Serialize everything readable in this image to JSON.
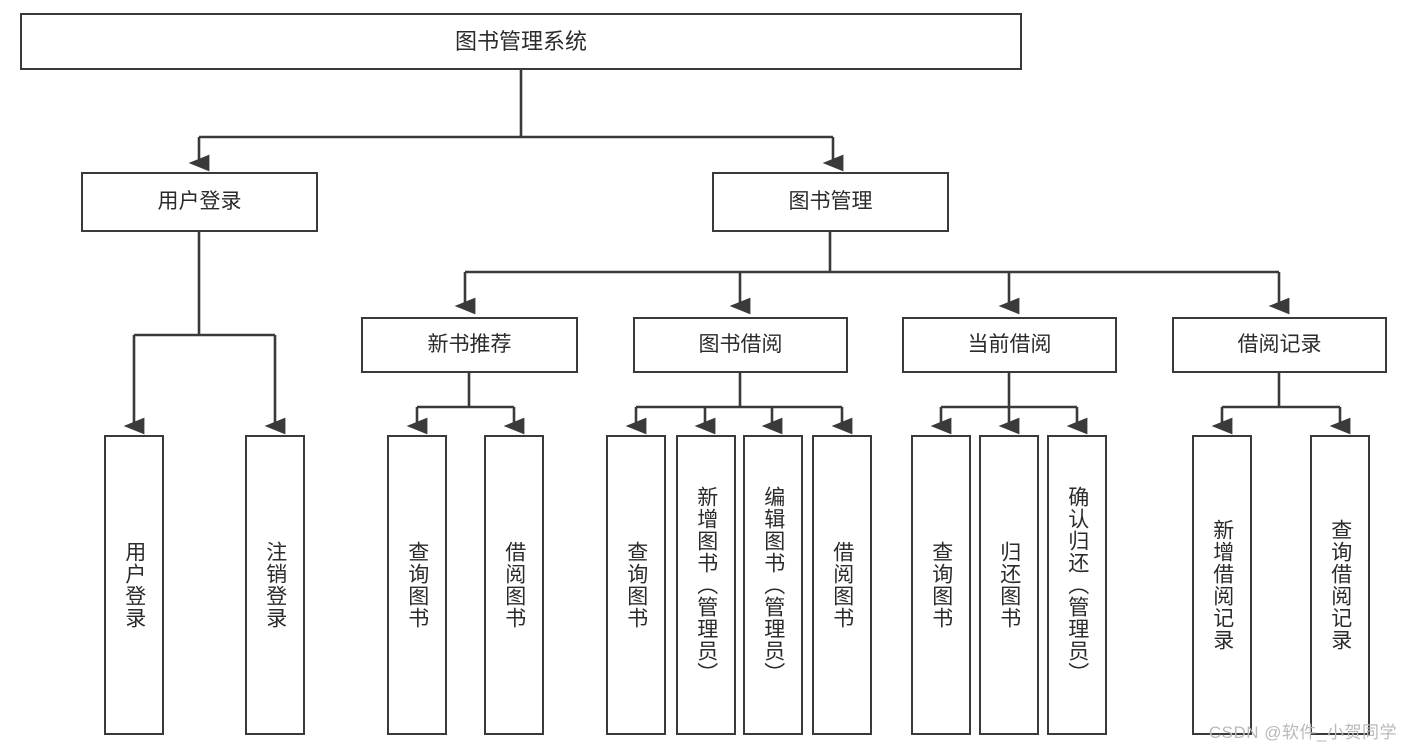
{
  "diagram": {
    "title": "图书管理系统",
    "type": "hierarchy-tree",
    "watermark": "CSDN @软件_小贺同学",
    "colors": {
      "stroke": "#3a3a3a",
      "fill": "#ffffff",
      "text": "#2b2b2b",
      "watermark": "#b9b9b9",
      "background": "#ffffff"
    },
    "levels": {
      "level1": [
        {
          "id": "login",
          "label": "用户登录"
        },
        {
          "id": "book-mgmt",
          "label": "图书管理"
        }
      ],
      "level2": [
        {
          "id": "new-book-rec",
          "label": "新书推荐"
        },
        {
          "id": "book-borrow",
          "label": "图书借阅"
        },
        {
          "id": "current-borrow",
          "label": "当前借阅"
        },
        {
          "id": "borrow-record",
          "label": "借阅记录"
        }
      ],
      "leaves": [
        {
          "id": "leaf-user-login",
          "label": "用户登录"
        },
        {
          "id": "leaf-logout",
          "label": "注销登录"
        },
        {
          "id": "leaf-query-book-1",
          "label": "查询图书"
        },
        {
          "id": "leaf-borrow-book-1",
          "label": "借阅图书"
        },
        {
          "id": "leaf-query-book-2",
          "label": "查询图书"
        },
        {
          "id": "leaf-add-book-admin",
          "label": "新增图书（管理员）"
        },
        {
          "id": "leaf-edit-book-admin",
          "label": "编辑图书（管理员）"
        },
        {
          "id": "leaf-borrow-book-2",
          "label": "借阅图书"
        },
        {
          "id": "leaf-query-book-3",
          "label": "查询图书"
        },
        {
          "id": "leaf-return-book",
          "label": "归还图书"
        },
        {
          "id": "leaf-confirm-return-admin",
          "label": "确认归还（管理员）"
        },
        {
          "id": "leaf-add-borrow-record",
          "label": "新增借阅记录"
        },
        {
          "id": "leaf-query-borrow-record",
          "label": "查询借阅记录"
        }
      ]
    },
    "edges": [
      {
        "from": "图书管理系统",
        "to": "用户登录"
      },
      {
        "from": "图书管理系统",
        "to": "图书管理"
      },
      {
        "from": "用户登录",
        "to": "用户登录"
      },
      {
        "from": "用户登录",
        "to": "注销登录"
      },
      {
        "from": "图书管理",
        "to": "新书推荐"
      },
      {
        "from": "图书管理",
        "to": "图书借阅"
      },
      {
        "from": "图书管理",
        "to": "当前借阅"
      },
      {
        "from": "图书管理",
        "to": "借阅记录"
      },
      {
        "from": "新书推荐",
        "to": "查询图书"
      },
      {
        "from": "新书推荐",
        "to": "借阅图书"
      },
      {
        "from": "图书借阅",
        "to": "查询图书"
      },
      {
        "from": "图书借阅",
        "to": "新增图书（管理员）"
      },
      {
        "from": "图书借阅",
        "to": "编辑图书（管理员）"
      },
      {
        "from": "图书借阅",
        "to": "借阅图书"
      },
      {
        "from": "当前借阅",
        "to": "查询图书"
      },
      {
        "from": "当前借阅",
        "to": "归还图书"
      },
      {
        "from": "当前借阅",
        "to": "确认归还（管理员）"
      },
      {
        "from": "借阅记录",
        "to": "新增借阅记录"
      },
      {
        "from": "借阅记录",
        "to": "查询借阅记录"
      }
    ]
  }
}
